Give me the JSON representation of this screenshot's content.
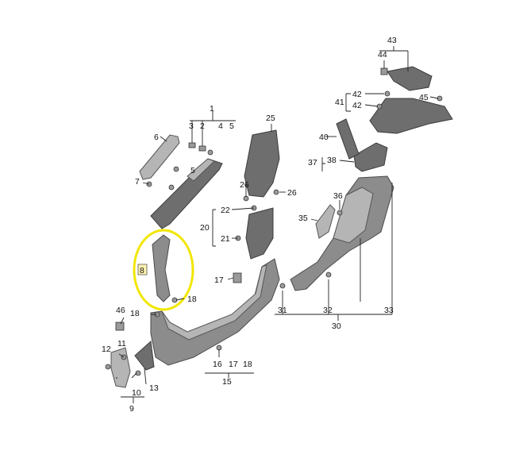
{
  "highlight_color": "#f2e600",
  "part_color": "#8c8c8c",
  "labels": {
    "l1": "1",
    "l2": "2",
    "l3": "3",
    "l4": "4",
    "l5": "5",
    "l6": "6",
    "l7": "7",
    "l8": "8",
    "l9": "9",
    "l10": "10",
    "l11": "11",
    "l12": "12",
    "l13": "13",
    "l15": "15",
    "l16": "16",
    "l17": "17",
    "l17b": "17",
    "l18": "18",
    "l18b": "18",
    "l18c": "18",
    "l20": "20",
    "l21": "21",
    "l22": "22",
    "l25": "25",
    "l26a": "26",
    "l26b": "26",
    "l30": "30",
    "l31": "31",
    "l32": "32",
    "l33": "33",
    "l35": "35",
    "l36": "36",
    "l37": "37",
    "l38": "38",
    "l40": "40",
    "l41": "41",
    "l42a": "42",
    "l42b": "42",
    "l43": "43",
    "l44": "44",
    "l45": "45",
    "l46": "46",
    "l5b": "5"
  }
}
